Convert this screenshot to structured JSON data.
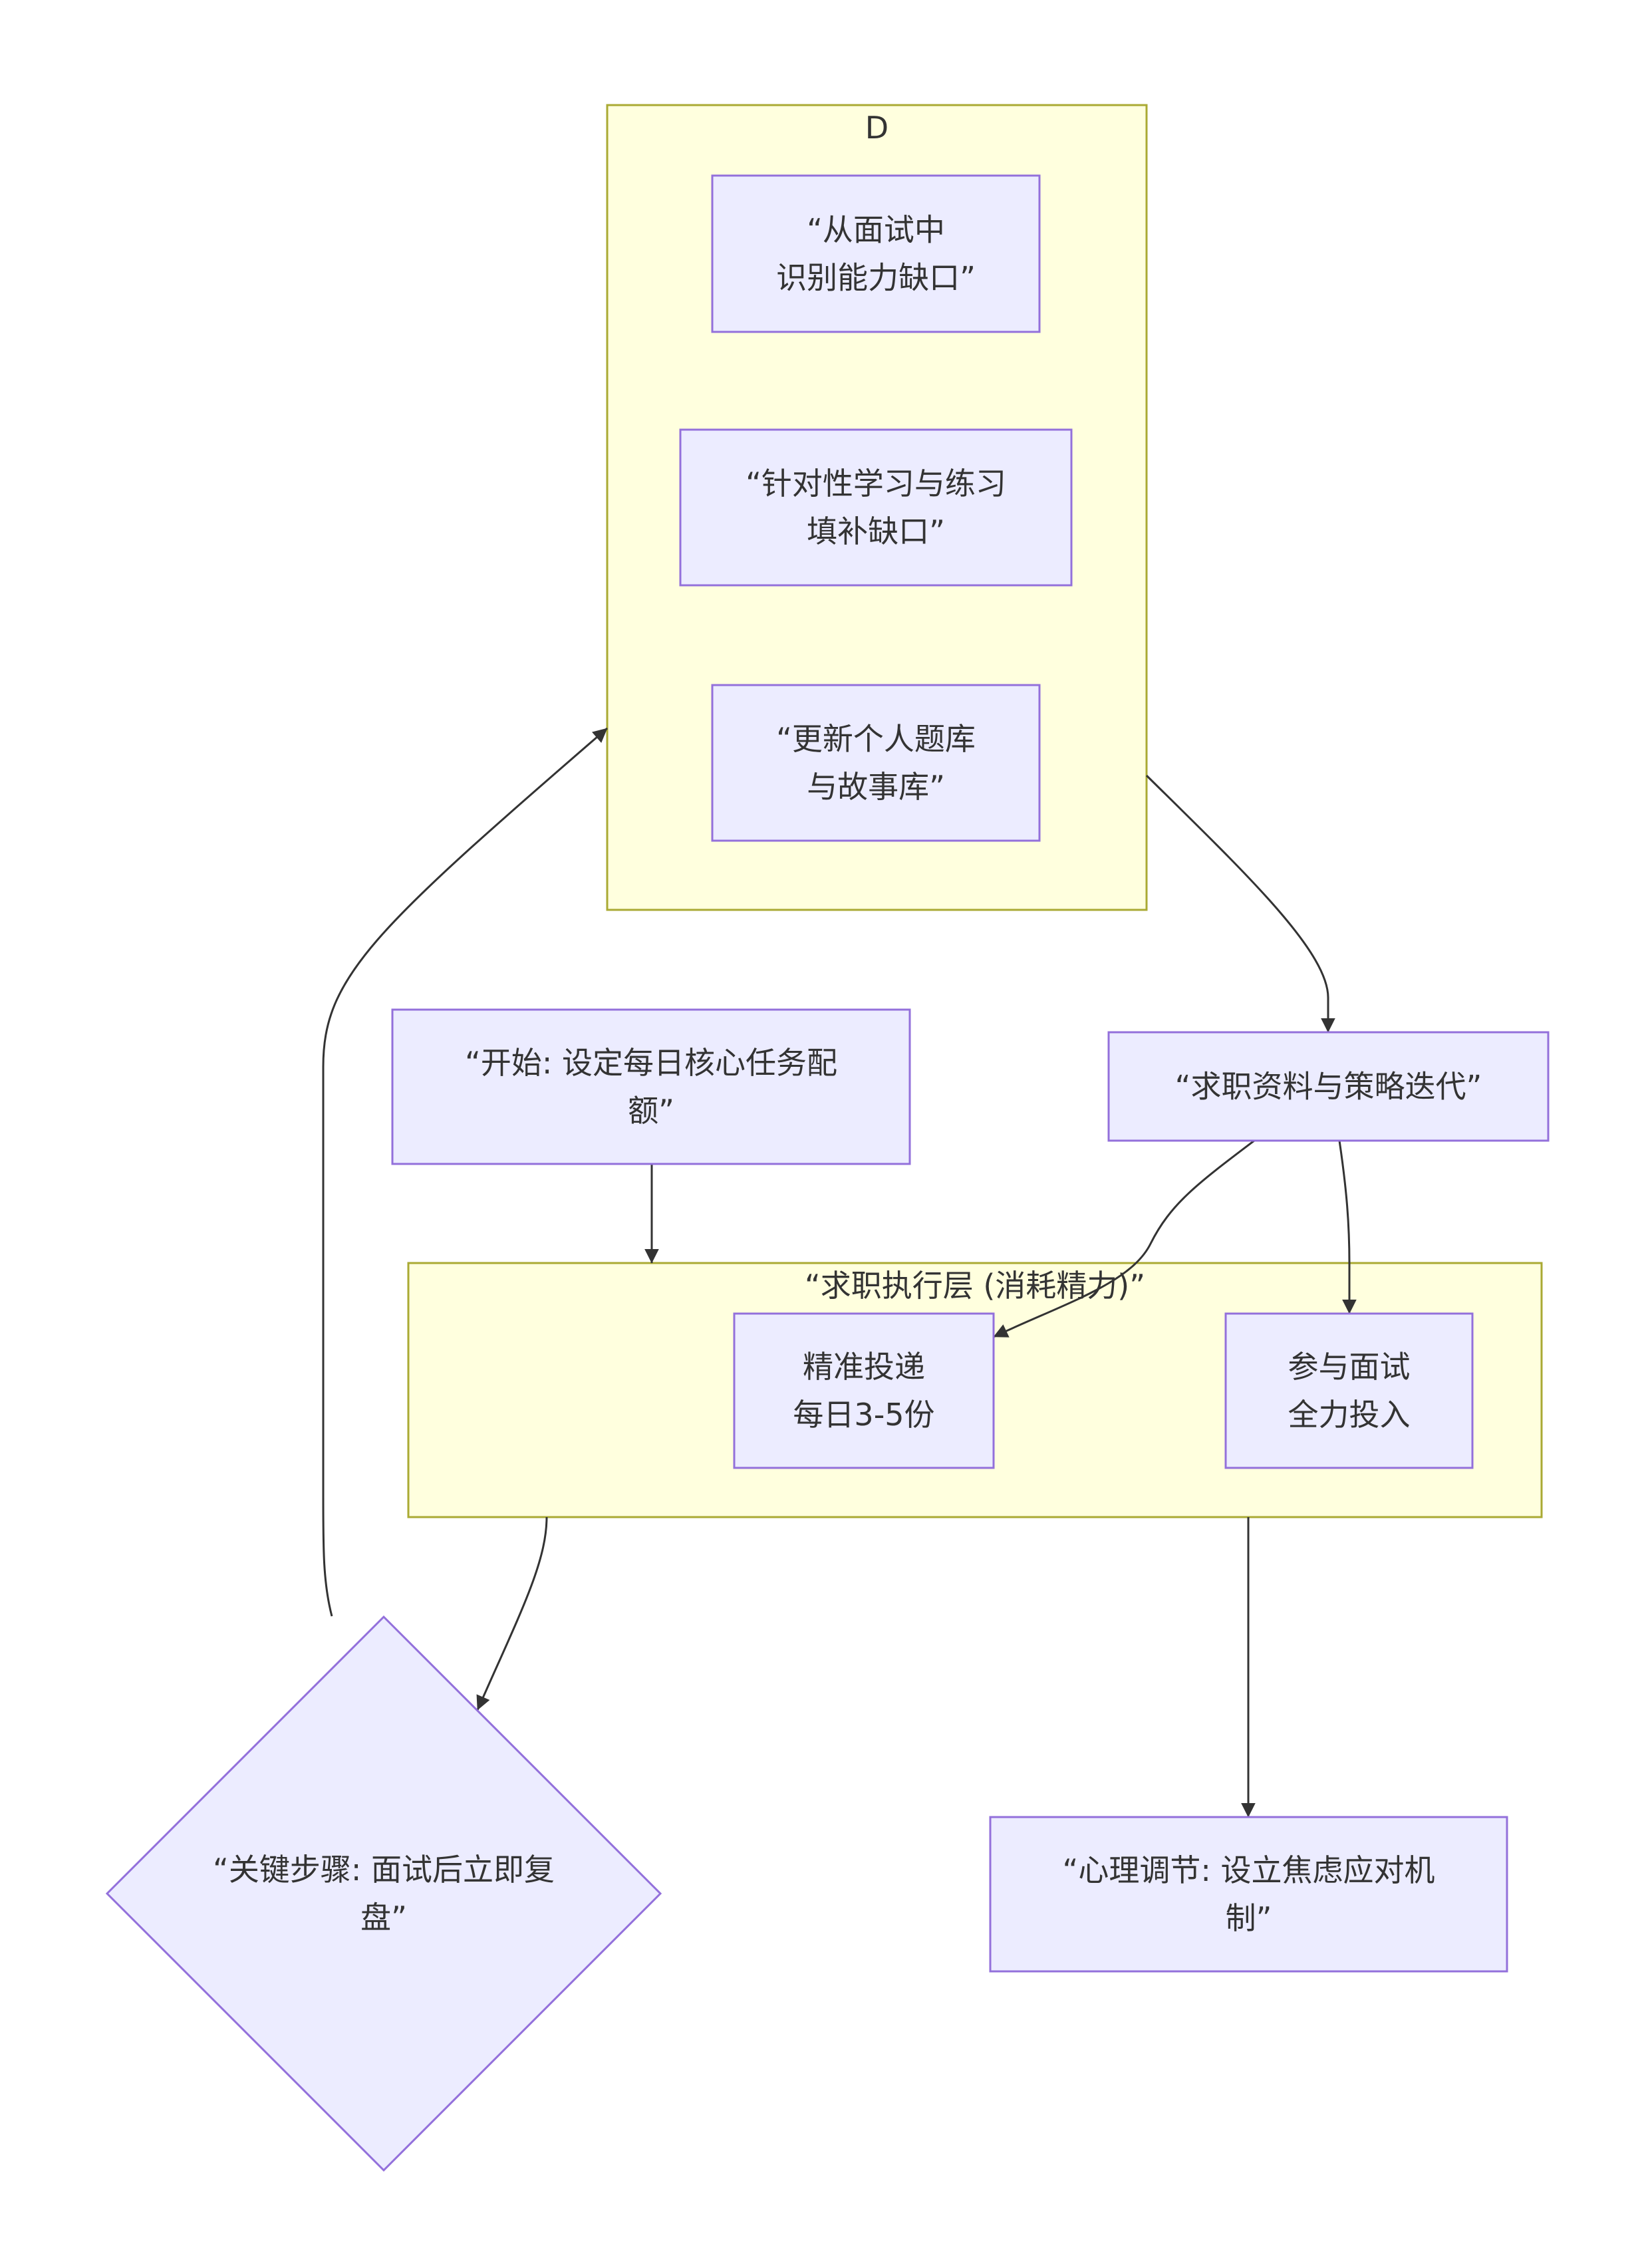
{
  "colors": {
    "cluster_fill": "#ffffde",
    "cluster_stroke": "#aaaa33",
    "node_fill": "#ececff",
    "node_stroke": "#9370db",
    "edge": "#333333"
  },
  "clusters": [
    {
      "id": "D",
      "label": "D"
    },
    {
      "id": "exec",
      "label": "“求职执行层 (消耗精力)”"
    }
  ],
  "nodes": [
    {
      "id": "gap",
      "lines": [
        "“从面试中",
        "识别能力缺口”"
      ]
    },
    {
      "id": "learn",
      "lines": [
        "“针对性学习与练习",
        "填补缺口”"
      ]
    },
    {
      "id": "bank",
      "lines": [
        "“更新个人题库",
        "与故事库”"
      ]
    },
    {
      "id": "start",
      "lines": [
        "“开始: 设定每日核心任务配",
        "额”"
      ]
    },
    {
      "id": "iterate",
      "lines": [
        "“求职资料与策略迭代”"
      ]
    },
    {
      "id": "apply",
      "lines": [
        "精准投递",
        "每日3-5份"
      ]
    },
    {
      "id": "interview",
      "lines": [
        "参与面试",
        "全力投入"
      ]
    },
    {
      "id": "review",
      "shape": "diamond",
      "lines": [
        "“关键步骤: 面试后立即复",
        "盘”"
      ]
    },
    {
      "id": "mind",
      "lines": [
        "“心理调节: 设立焦虑应对机",
        "制”"
      ]
    }
  ],
  "edges": [
    {
      "from": "D",
      "to": "iterate"
    },
    {
      "from": "start",
      "to": "exec"
    },
    {
      "from": "iterate",
      "to": "apply"
    },
    {
      "from": "iterate",
      "to": "interview"
    },
    {
      "from": "exec",
      "to": "review"
    },
    {
      "from": "exec",
      "to": "mind"
    },
    {
      "from": "review",
      "to": "D"
    }
  ]
}
